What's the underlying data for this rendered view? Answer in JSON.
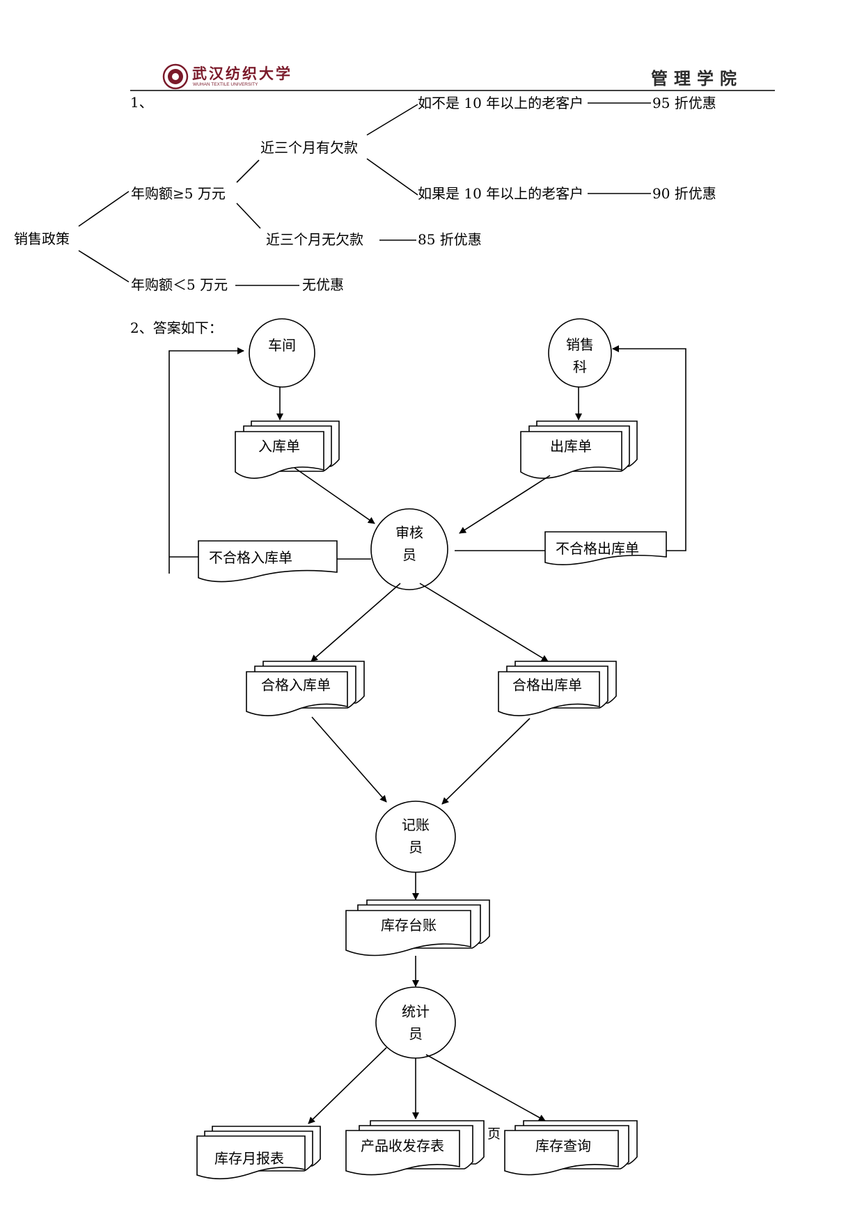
{
  "header": {
    "university_name": "武汉纺织大学",
    "university_name_en": "WUHAN TEXTILE UNIVERSITY",
    "department": "管理学院"
  },
  "section1": {
    "number": "1、",
    "root": "销售政策",
    "branch_high": "年购额≥5 万元",
    "branch_low": "年购额＜5 万元",
    "low_result": "无优惠",
    "has_debt": "近三个月有欠款",
    "no_debt": "近三个月无欠款",
    "no_debt_result": "85 折优惠",
    "not_old_customer": "如不是 10 年以上的老客户",
    "not_old_result": "95 折优惠",
    "old_customer": "如果是 10 年以上的老客户",
    "old_result": "90 折优惠"
  },
  "section2": {
    "title": "2、答案如下：",
    "workshop": "车间",
    "sales_line1": "销售",
    "sales_line2": "科",
    "in_slip": "入库单",
    "out_slip": "出库单",
    "auditor_line1": "审核",
    "auditor_line2": "员",
    "bad_in": "不合格入库单",
    "bad_out": "不合格出库单",
    "good_in": "合格入库单",
    "good_out": "合格出库单",
    "bookkeeper_line1": "记账",
    "bookkeeper_line2": "员",
    "ledger": "库存台账",
    "statistician_line1": "统计",
    "statistician_line2": "员",
    "monthly_report": "库存月报表",
    "flow_table": "产品收发存表",
    "query": "库存查询"
  },
  "footer": {
    "page_fragment": "页"
  }
}
